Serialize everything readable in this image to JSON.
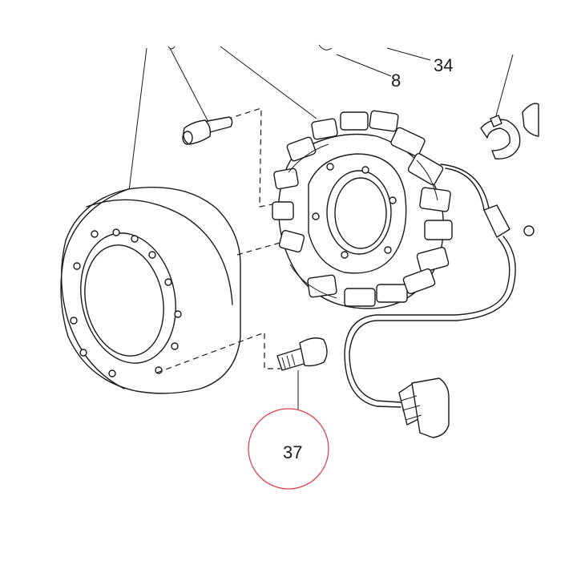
{
  "callouts": [
    {
      "id": "part-8",
      "label": "8"
    },
    {
      "id": "part-34",
      "label": "34"
    },
    {
      "id": "part-37",
      "label": "37"
    }
  ],
  "highlight_color": "#d9464f",
  "line_color": "#1a1a1a"
}
